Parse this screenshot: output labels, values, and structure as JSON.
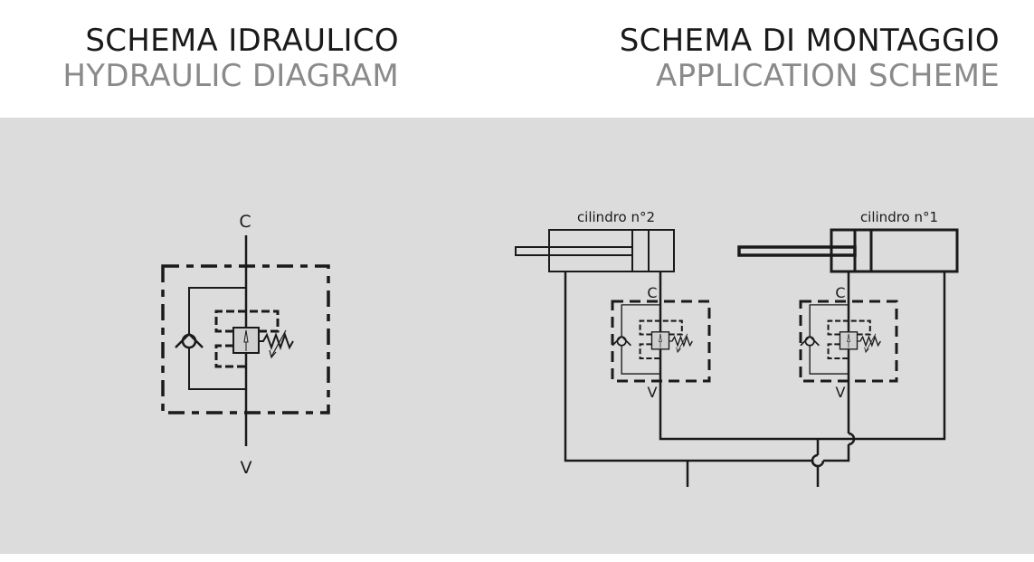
{
  "headers": {
    "left": {
      "italian": "SCHEMA IDRAULICO",
      "english": "HYDRAULIC DIAGRAM"
    },
    "right": {
      "italian": "SCHEMA DI MONTAGGIO",
      "english": "APPLICATION SCHEME"
    }
  },
  "hydraulic_diagram": {
    "port_top": "C",
    "port_bottom": "V"
  },
  "application_scheme": {
    "cylinder_2_label": "cilindro n°2",
    "cylinder_1_label": "cilindro n°1",
    "valve_2": {
      "port_top": "C",
      "port_bottom": "V"
    },
    "valve_1": {
      "port_top": "C",
      "port_bottom": "V"
    }
  },
  "colors": {
    "band": "#dcdcdd",
    "line": "#1a1a1a",
    "subtitle": "#8a8a8a"
  }
}
